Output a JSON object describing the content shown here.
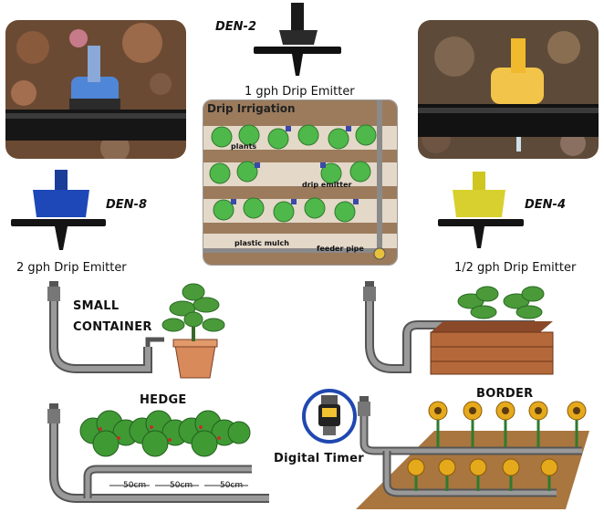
{
  "emitters": {
    "den2": {
      "code": "DEN-2",
      "caption": "1 gph Drip Emitter",
      "color": "#111111"
    },
    "den8": {
      "code": "DEN-8",
      "caption": "2 gph Drip Emitter",
      "color": "#1f3fa8"
    },
    "den4": {
      "code": "DEN-4",
      "caption": "1/2 gph Drip Emitter",
      "color": "#d7cf2a"
    }
  },
  "diagram": {
    "title": "Drip Irrigation",
    "labels": {
      "plants": "plants",
      "drip_emitter": "drip emitter",
      "plastic_mulch": "plastic mulch",
      "feeder_pipe": "feeder pipe"
    }
  },
  "layouts": {
    "small_container": {
      "line1": "SMALL",
      "line2": "CONTAINER"
    },
    "hedge": {
      "title": "HEDGE",
      "spacing": [
        "50cm",
        "50cm",
        "50cm"
      ]
    },
    "border": {
      "title": "BORDER"
    },
    "timer": {
      "label": "Digital Timer"
    }
  }
}
